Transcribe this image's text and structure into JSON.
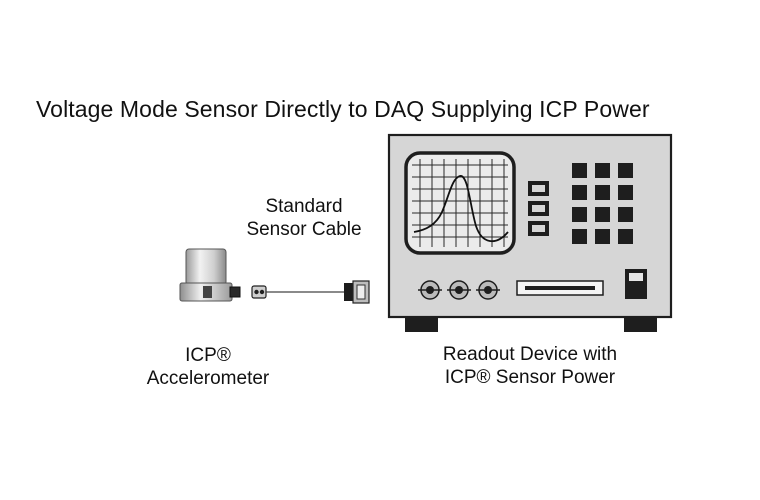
{
  "title": "Voltage Mode Sensor Directly to DAQ Supplying ICP Power",
  "labels": {
    "cable": [
      "Standard",
      "Sensor Cable"
    ],
    "sensor": [
      "ICP®",
      "Accelerometer"
    ],
    "readout": [
      "Readout Device with",
      "ICP® Sensor Power"
    ]
  },
  "icons": {
    "sensor": "accelerometer-icon",
    "cable": "sensor-cable-icon",
    "device": "readout-device-icon"
  },
  "colors": {
    "device_body": "#d6d6d6",
    "dark": "#1e1e1e",
    "screen": "#ebebeb"
  }
}
